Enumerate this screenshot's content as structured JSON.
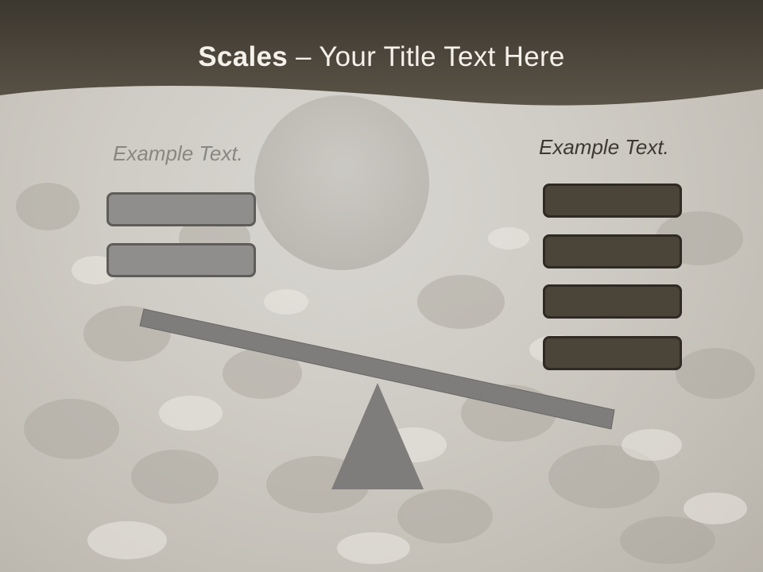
{
  "slide": {
    "title_bold": "Scales",
    "title_rest": " – Your Title Text Here",
    "left_label": "Example Text.",
    "right_label": "Example Text."
  },
  "colors": {
    "header": "#4a4439",
    "left_boxes": "#8f8e8c",
    "right_boxes": "#4a4439",
    "beam": "#7e7d7b",
    "fulcrum": "#7e7d7b"
  },
  "left_boxes": [
    {
      "text": ""
    },
    {
      "text": ""
    }
  ],
  "right_boxes": [
    {
      "text": ""
    },
    {
      "text": ""
    },
    {
      "text": ""
    },
    {
      "text": ""
    }
  ]
}
